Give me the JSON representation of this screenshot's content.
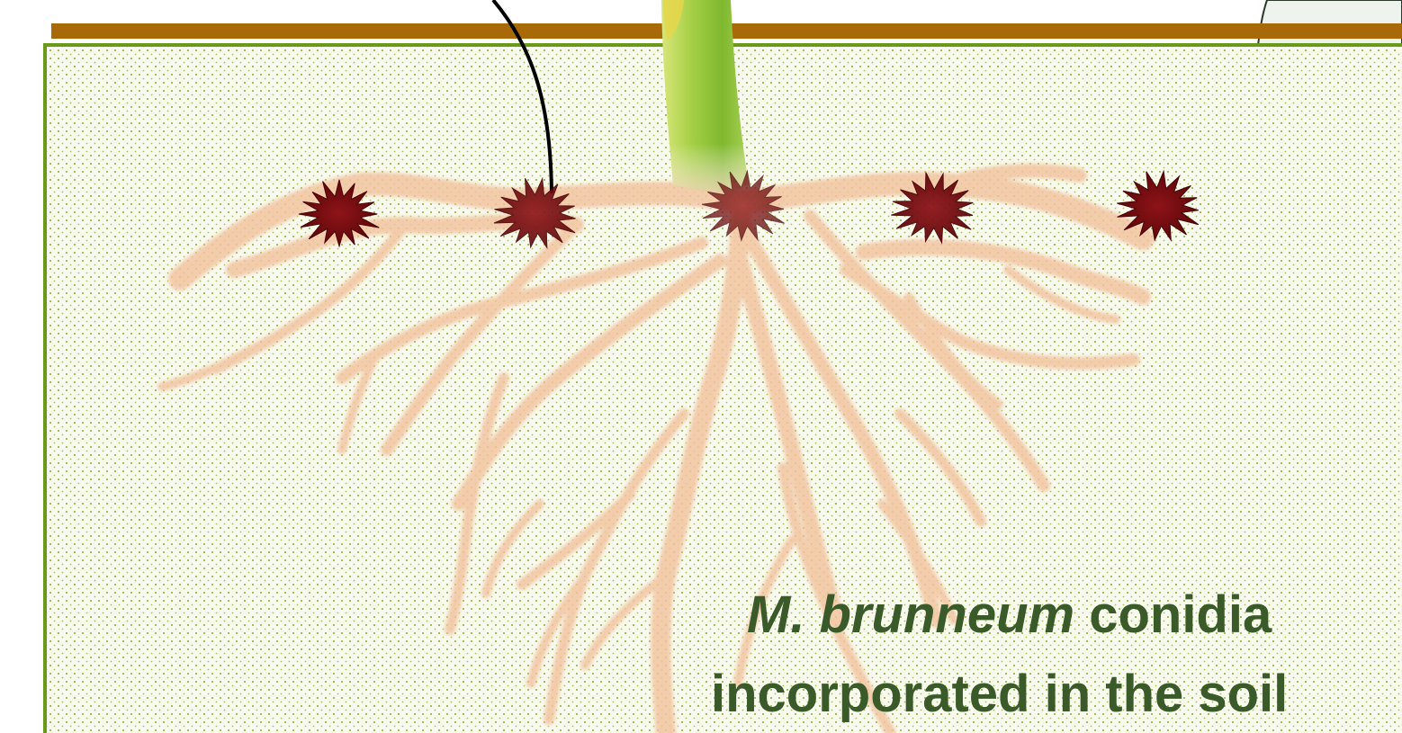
{
  "caption": {
    "species": "M. brunneum",
    "line1_rest": " conidia",
    "line2": "incorporated in the soil"
  },
  "colors": {
    "soil_border": "#6a9a1a",
    "soil_fill": "#f7f9ec",
    "soil_dots": "#7fa82a",
    "ground_line": "#a86a08",
    "root": "#f2c9a6",
    "conidia": "#7a0c10",
    "stem": "#8fc63a",
    "caption": "#3a5a2a"
  },
  "icons": {
    "conidium": "starburst-spore"
  }
}
